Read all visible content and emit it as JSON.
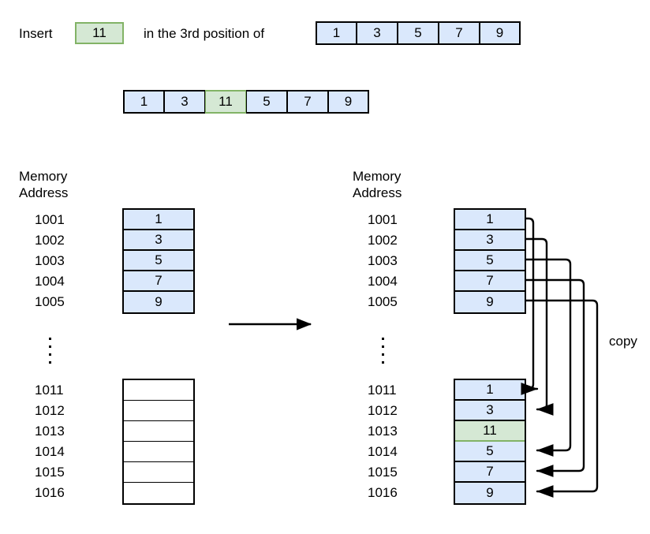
{
  "statement": {
    "lead": "Insert",
    "value": "11",
    "middle": "in the 3rd position of",
    "source_array": [
      "1",
      "3",
      "5",
      "7",
      "9"
    ]
  },
  "result": {
    "array": [
      "1",
      "3",
      "11",
      "5",
      "7",
      "9"
    ],
    "inserted_index": 2
  },
  "before": {
    "header_line1": "Memory",
    "header_line2": "Address",
    "top": {
      "addresses": [
        "1001",
        "1002",
        "1003",
        "1004",
        "1005"
      ],
      "values": [
        "1",
        "3",
        "5",
        "7",
        "9"
      ]
    },
    "bottom": {
      "addresses": [
        "1011",
        "1012",
        "1013",
        "1014",
        "1015",
        "1016"
      ],
      "values": [
        "",
        "",
        "",
        "",
        "",
        ""
      ]
    }
  },
  "after": {
    "header_line1": "Memory",
    "header_line2": "Address",
    "top": {
      "addresses": [
        "1001",
        "1002",
        "1003",
        "1004",
        "1005"
      ],
      "values": [
        "1",
        "3",
        "5",
        "7",
        "9"
      ]
    },
    "bottom": {
      "addresses": [
        "1011",
        "1012",
        "1013",
        "1014",
        "1015",
        "1016"
      ],
      "values": [
        "1",
        "3",
        "11",
        "5",
        "7",
        "9"
      ],
      "inserted_index": 2
    }
  },
  "copy_label": "copy",
  "colors": {
    "cell_blue_fill": "#dae8fc",
    "cell_blue_border": "#000000",
    "cell_green_fill": "#d5e8d4",
    "cell_green_border": "#82b366",
    "stroke": "#000000",
    "background": "#ffffff"
  }
}
